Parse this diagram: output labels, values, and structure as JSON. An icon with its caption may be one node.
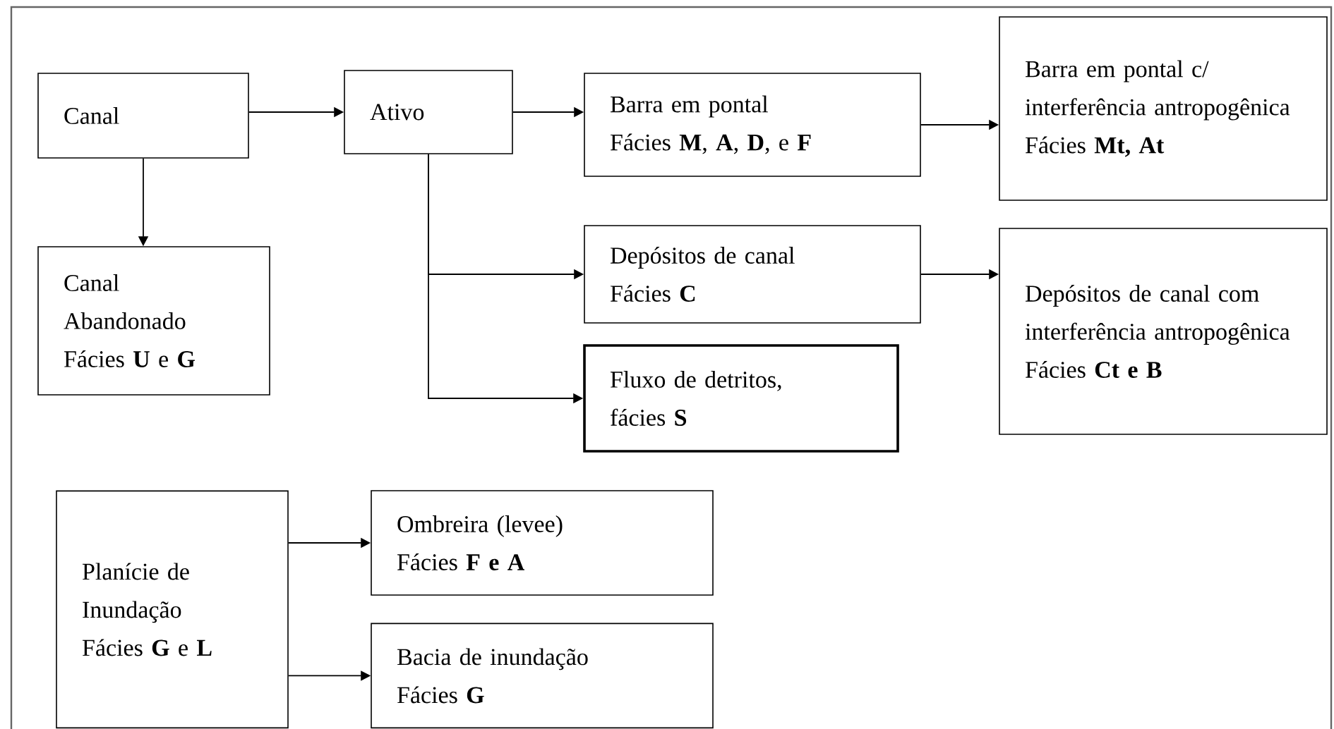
{
  "diagram": {
    "nodes": [
      {
        "text": [
          "Canal"
        ]
      },
      {
        "text": [
          "Ativo"
        ]
      },
      {
        "text": [
          "Barra em pontal",
          "Fácies **M**, **A**, **D**, e **F**"
        ]
      },
      {
        "text": [
          "Barra em pontal c/ interferência antropogênica",
          "Fácies **Mt, At**"
        ]
      },
      {
        "text": [
          "Canal Abandonado",
          "Fácies **U** e **G**"
        ]
      },
      {
        "text": [
          "Depósitos de canal",
          "Fácies **C**"
        ]
      },
      {
        "text": [
          "Depósitos de canal com interferência antropogênica",
          "Fácies **Ct e B**"
        ]
      },
      {
        "text": [
          "Fluxo de detritos,",
          "fácies **S**"
        ]
      },
      {
        "text": [
          "Planície de Inundação",
          "Fácies **G** e **L**"
        ]
      },
      {
        "text": [
          "Ombreira (levee)",
          "Fácies **F** **e A**"
        ]
      },
      {
        "text": [
          "Bacia de inundação",
          "Fácies **G**"
        ]
      }
    ],
    "edges": [
      {
        "from": 0,
        "to": 1,
        "arrow": "to"
      },
      {
        "from": 1,
        "to": 2,
        "arrow": "to"
      },
      {
        "from": 2,
        "to": 3,
        "arrow": "to"
      },
      {
        "from": 0,
        "to": 4,
        "arrow": "to"
      },
      {
        "from": 1,
        "to": 5,
        "arrow": "to"
      },
      {
        "from": 1,
        "to": 7,
        "arrow": "to"
      },
      {
        "from": 5,
        "to": 6,
        "arrow": "to"
      },
      {
        "from": 8,
        "to": 9,
        "arrow": "to"
      },
      {
        "from": 8,
        "to": 10,
        "arrow": "to"
      }
    ]
  }
}
